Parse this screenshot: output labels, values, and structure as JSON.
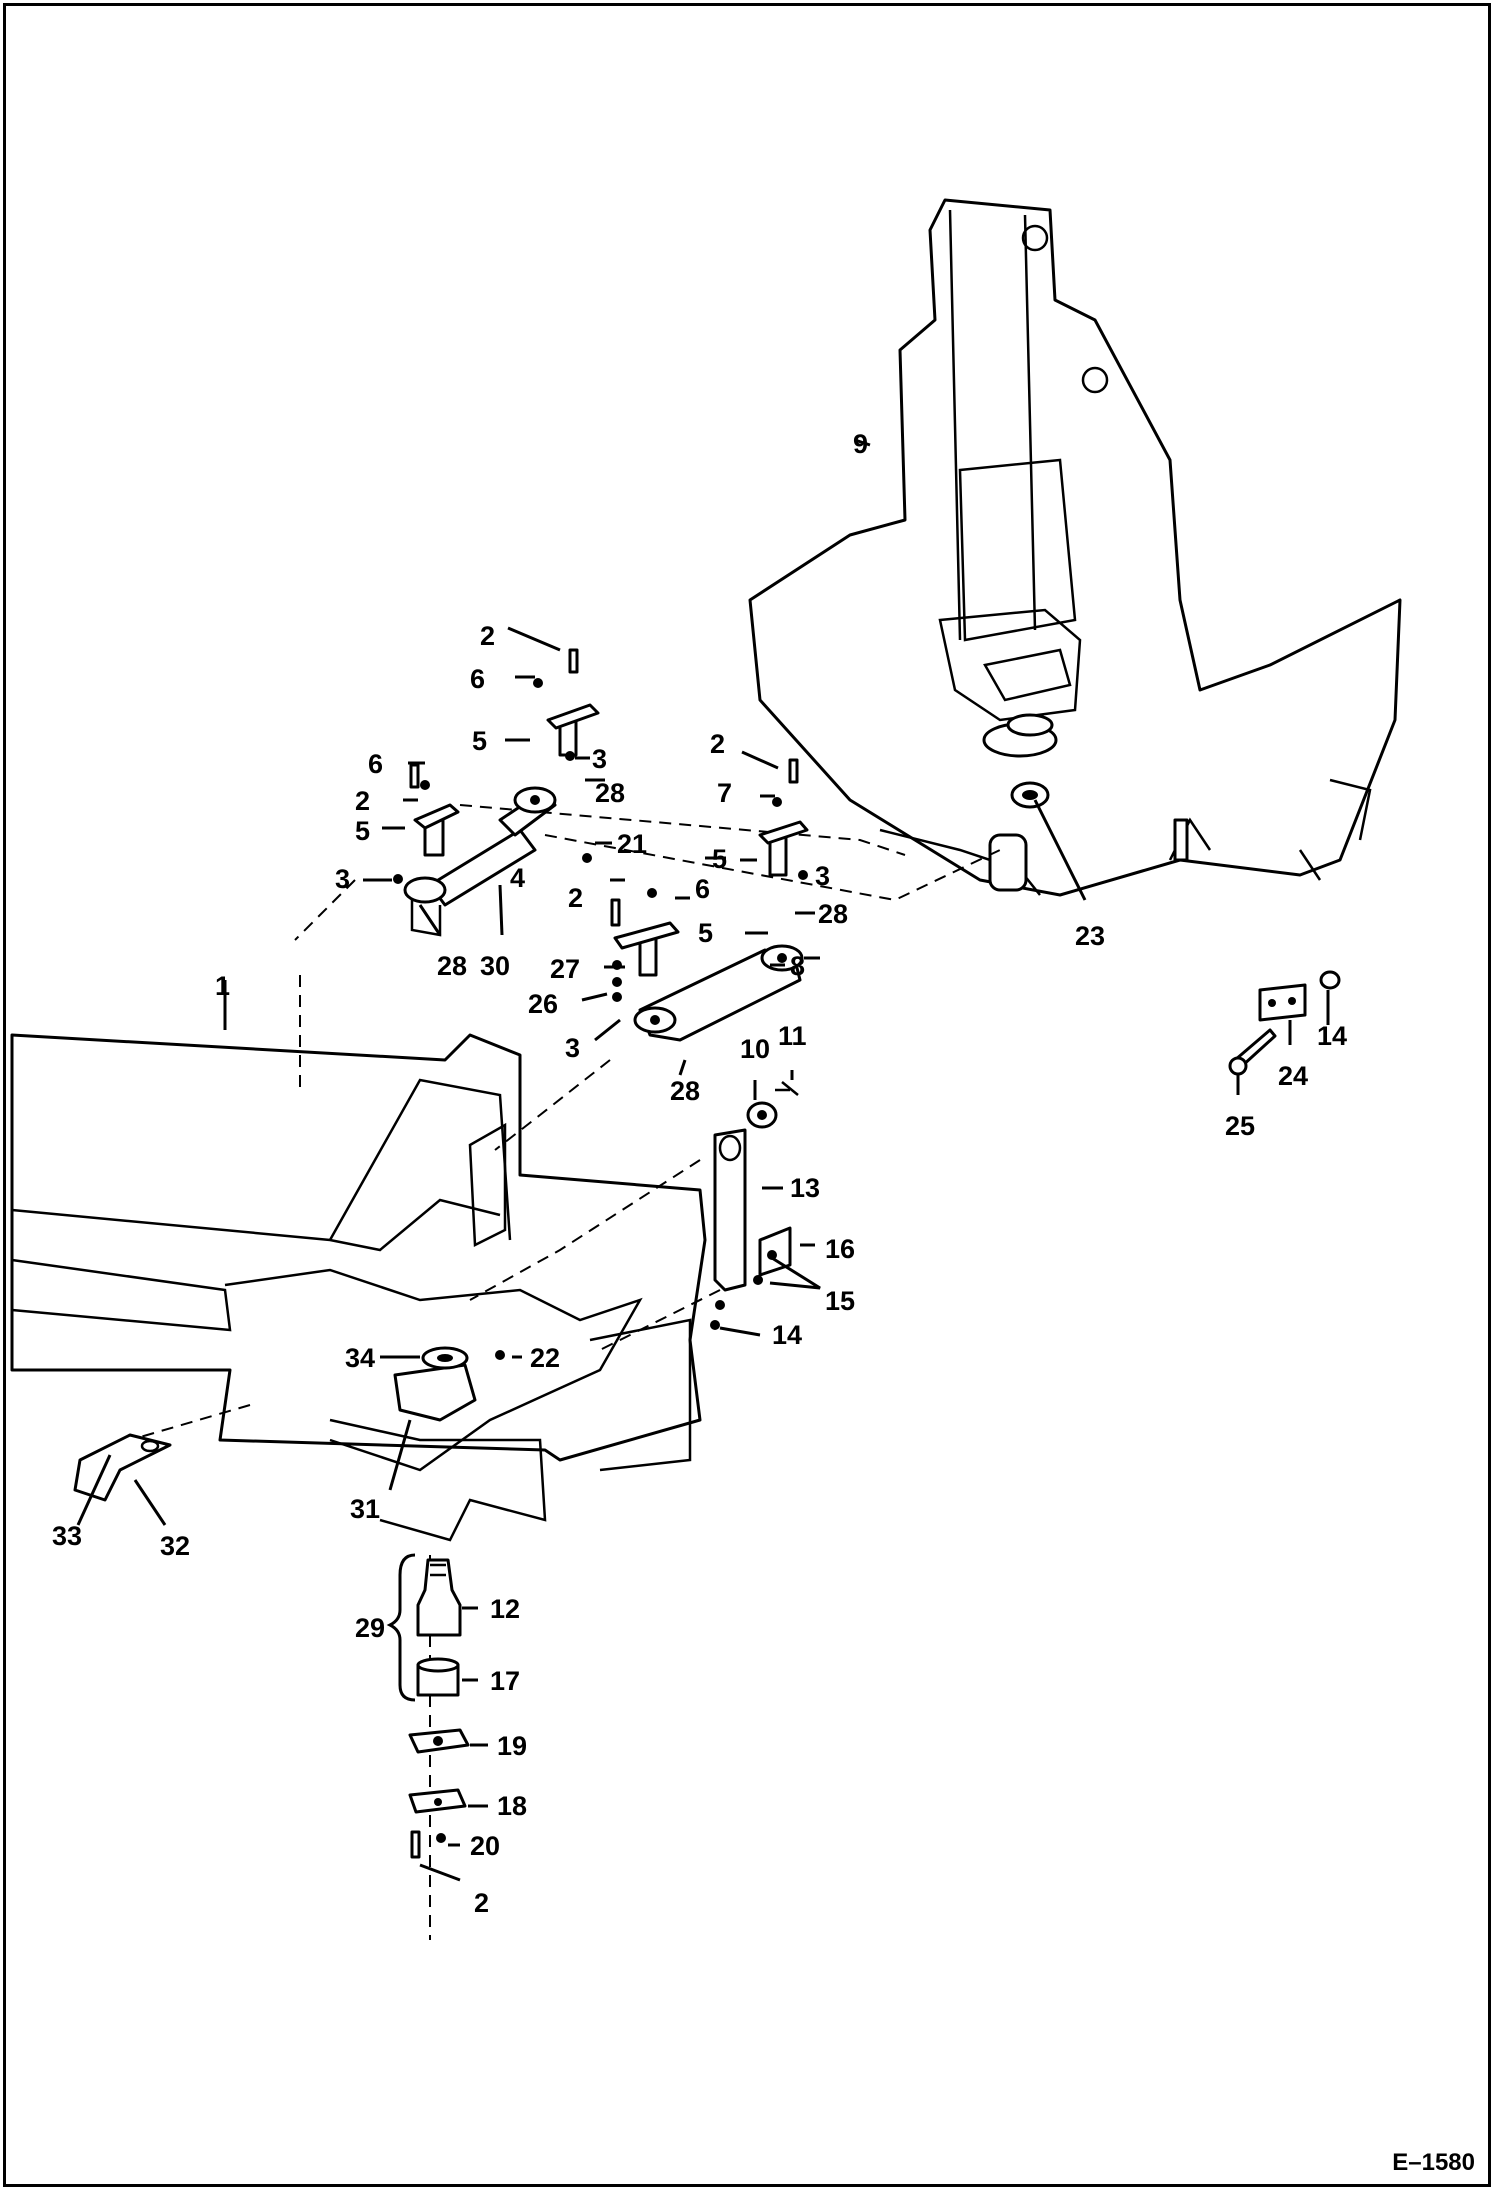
{
  "diagram": {
    "reference": "E–1580",
    "callouts": [
      {
        "id": "1",
        "label": "1"
      },
      {
        "id": "2a",
        "label": "2"
      },
      {
        "id": "2b",
        "label": "2"
      },
      {
        "id": "2c",
        "label": "2"
      },
      {
        "id": "2d",
        "label": "2"
      },
      {
        "id": "2e",
        "label": "2"
      },
      {
        "id": "3a",
        "label": "3"
      },
      {
        "id": "3b",
        "label": "3"
      },
      {
        "id": "3c",
        "label": "3"
      },
      {
        "id": "3d",
        "label": "3"
      },
      {
        "id": "4",
        "label": "4"
      },
      {
        "id": "5a",
        "label": "5"
      },
      {
        "id": "5b",
        "label": "5"
      },
      {
        "id": "5c",
        "label": "5"
      },
      {
        "id": "5d",
        "label": "5"
      },
      {
        "id": "6a",
        "label": "6"
      },
      {
        "id": "6b",
        "label": "6"
      },
      {
        "id": "6c",
        "label": "6"
      },
      {
        "id": "7",
        "label": "7"
      },
      {
        "id": "8",
        "label": "8"
      },
      {
        "id": "9",
        "label": "9"
      },
      {
        "id": "10",
        "label": "10"
      },
      {
        "id": "11",
        "label": "11"
      },
      {
        "id": "12",
        "label": "12"
      },
      {
        "id": "13",
        "label": "13"
      },
      {
        "id": "14a",
        "label": "14"
      },
      {
        "id": "14b",
        "label": "14"
      },
      {
        "id": "15",
        "label": "15"
      },
      {
        "id": "16",
        "label": "16"
      },
      {
        "id": "17",
        "label": "17"
      },
      {
        "id": "18",
        "label": "18"
      },
      {
        "id": "19",
        "label": "19"
      },
      {
        "id": "20",
        "label": "20"
      },
      {
        "id": "21",
        "label": "21"
      },
      {
        "id": "22",
        "label": "22"
      },
      {
        "id": "23",
        "label": "23"
      },
      {
        "id": "24",
        "label": "24"
      },
      {
        "id": "25",
        "label": "25"
      },
      {
        "id": "26",
        "label": "26"
      },
      {
        "id": "27",
        "label": "27"
      },
      {
        "id": "28a",
        "label": "28"
      },
      {
        "id": "28b",
        "label": "28"
      },
      {
        "id": "28c",
        "label": "28"
      },
      {
        "id": "28d",
        "label": "28"
      },
      {
        "id": "29",
        "label": "29"
      },
      {
        "id": "30",
        "label": "30"
      },
      {
        "id": "31",
        "label": "31"
      },
      {
        "id": "32",
        "label": "32"
      },
      {
        "id": "33",
        "label": "33"
      },
      {
        "id": "34",
        "label": "34"
      }
    ]
  }
}
